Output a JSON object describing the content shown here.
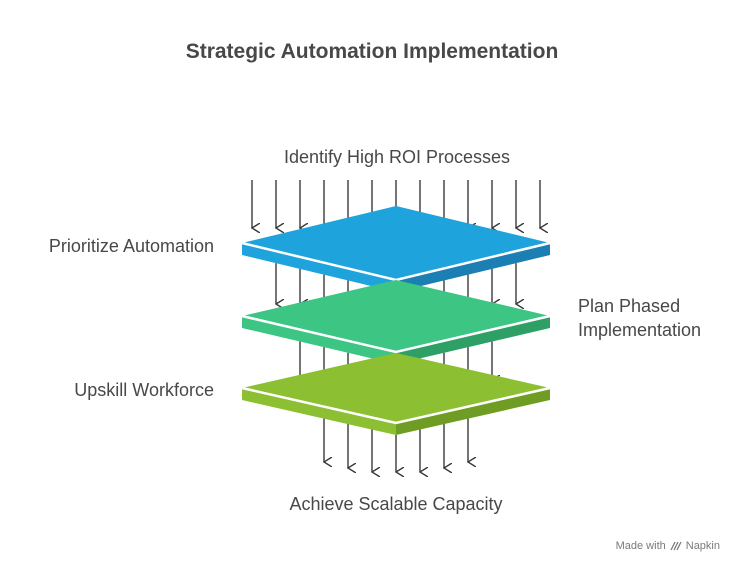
{
  "title": "Strategic Automation Implementation",
  "input_label": "Identify High ROI Processes",
  "output_label": "Achieve Scalable Capacity",
  "layers": [
    {
      "label": "Prioritize Automation",
      "side": "left",
      "color": "#1fa3dc",
      "edge": "#1b7fb3"
    },
    {
      "label": "Plan Phased Implementation",
      "side": "right",
      "color": "#3cc583",
      "edge": "#2ea066"
    },
    {
      "label": "Upskill Workforce",
      "side": "left",
      "color": "#8dbf32",
      "edge": "#6f9c22"
    }
  ],
  "watermark": {
    "prefix": "Made with",
    "brand": "Napkin"
  }
}
